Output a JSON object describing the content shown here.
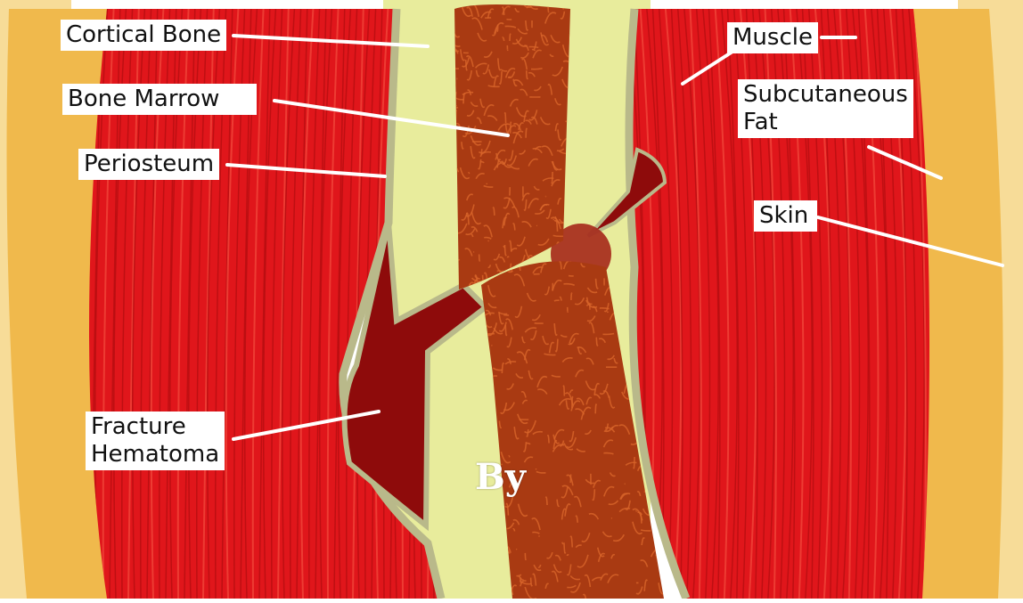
{
  "labels": {
    "cortical_bone": "Cortical Bone",
    "bone_marrow": "Bone Marrow",
    "periosteum": "Periosteum",
    "fracture_hematoma": "Fracture\nHematoma",
    "muscle": "Muscle",
    "subcutaneous_fat": "Subcutaneous\nFat",
    "skin": "Skin"
  },
  "watermark": "By",
  "colors": {
    "skin": "#f7dc98",
    "fat": "#f0b94c",
    "muscle": "#e0161b",
    "muscle_stripe": "#b30d10",
    "muscle_highlight": "#f24a3c",
    "cortical_bone": "#e8ec9c",
    "periosteum": "#b9b98a",
    "marrow": "#a93a12",
    "marrow_fiber": "#d8652a",
    "hematoma": "#8e0b0b",
    "leader_line": "#ffffff"
  }
}
